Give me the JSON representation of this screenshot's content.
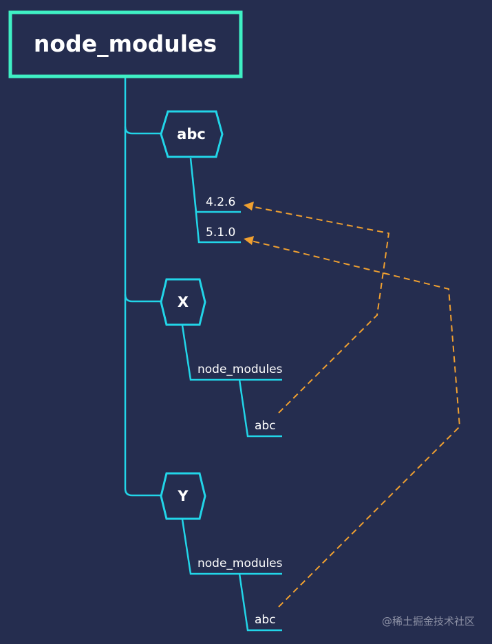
{
  "colors": {
    "background": "#252d4f",
    "root_border": "#3ff0c4",
    "connector": "#22d5e8",
    "dependency_link": "#f0a030",
    "text": "#ffffff",
    "watermark": "#8e92a6"
  },
  "root": {
    "label": "node_modules"
  },
  "packages": {
    "abc": {
      "label": "abc",
      "versions": [
        "4.2.6",
        "5.1.0"
      ]
    },
    "x": {
      "label": "X",
      "node_modules_label": "node_modules",
      "dep_label": "abc"
    },
    "y": {
      "label": "Y",
      "node_modules_label": "node_modules",
      "dep_label": "abc"
    }
  },
  "watermark": "@稀土掘金技术社区"
}
